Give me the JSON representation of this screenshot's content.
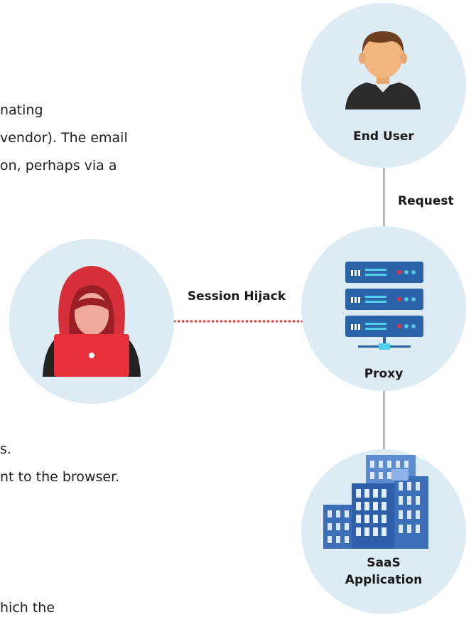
{
  "background_text": {
    "line1": "nating",
    "line2": "vendor). The email",
    "line3": "on, perhaps via a",
    "line4": "s.",
    "line5": "nt to the browser.",
    "line6": "hich the"
  },
  "diagram": {
    "nodes": {
      "end_user": "End User",
      "proxy": "Proxy",
      "saas": "SaaS\nApplication",
      "saas_line1": "SaaS",
      "saas_line2": "Application"
    },
    "edges": {
      "request": "Request",
      "session_hijack": "Session Hijack"
    },
    "colors": {
      "circle_fill": "#dcebf4",
      "connector": "#b9b9b9",
      "hijack_dotted": "#e03a3a",
      "hacker_red": "#e8303a",
      "server_blue": "#2b63a8",
      "building_blue": "#3d6fb8"
    }
  }
}
